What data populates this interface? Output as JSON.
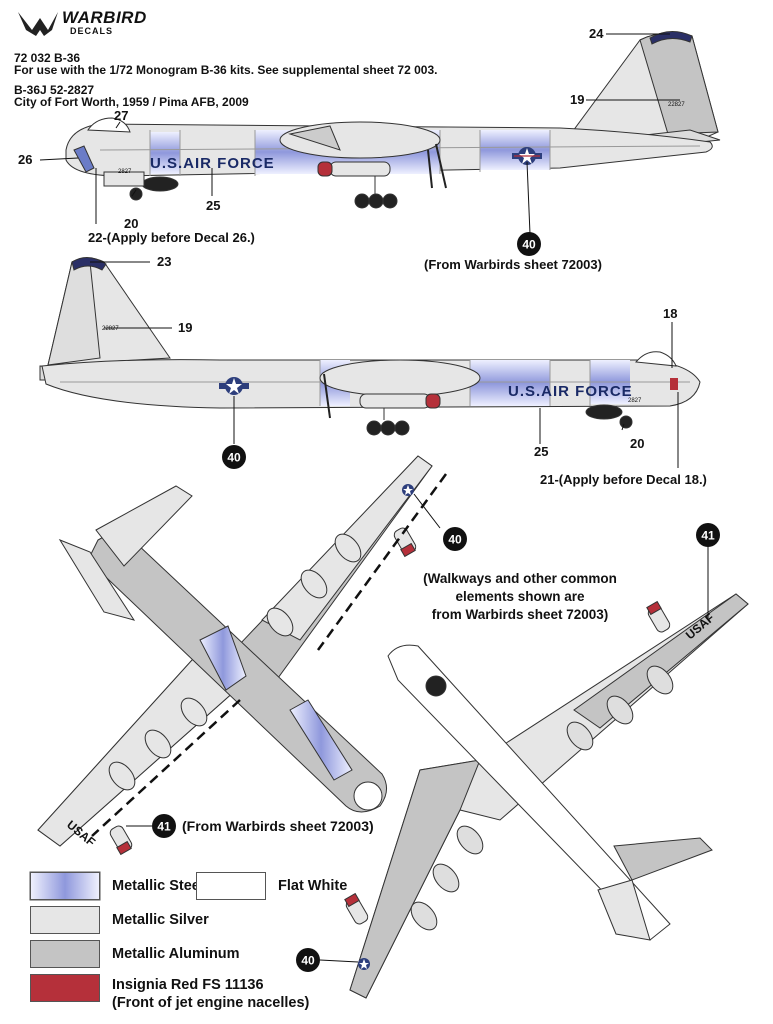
{
  "logo": {
    "brand": "WARBIRD",
    "sub": "DECALS"
  },
  "header": {
    "line1": "72 032 B-36",
    "line2": "For use with the 1/72 Monogram B-36 kits.  See supplemental sheet 72 003.",
    "line3": "B-36J   52-2827",
    "line4": "City of Fort Worth, 1959 / Pima AFB, 2009"
  },
  "side_views": {
    "fuselage_text": "U.S.AIR FORCE",
    "tail_serial": "22827",
    "nose_serial": "2827"
  },
  "callouts": {
    "c24": "24",
    "c19a": "19",
    "c27": "27",
    "c26": "26",
    "c20a": "20",
    "c25a": "25",
    "c22": "22-(Apply before Decal 26.)",
    "c40a": "40",
    "from72003_top": "(From Warbirds sheet 72003)",
    "c23": "23",
    "c19b": "19",
    "c18": "18",
    "c40b": "40",
    "c25b": "25",
    "c20b": "20",
    "c21": "21-(Apply before Decal 18.)",
    "c40c": "40",
    "c41a": "41",
    "walkways_line1": "(Walkways and other common",
    "walkways_line2": "elements shown are",
    "walkways_line3": "from Warbirds sheet 72003)",
    "c41b": "41",
    "from72003_bottom": "(From Warbirds sheet 72003)",
    "c40d": "40"
  },
  "wing_text": {
    "left": "USAF",
    "right": "USAF"
  },
  "legend": [
    {
      "label": "Metallic Steel",
      "color": "#9fa6e0"
    },
    {
      "label": "Metallic Silver",
      "color": "#e6e6e6"
    },
    {
      "label": "Metallic Aluminum",
      "color": "#c4c4c4"
    },
    {
      "label": "Insignia Red FS 11136",
      "label2": "(Front of jet engine nacelles)",
      "color": "#b5303a"
    },
    {
      "label": "Flat White",
      "color": "#ffffff"
    }
  ],
  "colors": {
    "steel": "#9fa6e0",
    "silver": "#e6e6e6",
    "aluminum": "#c4c4c4",
    "red": "#b5303a",
    "white": "#ffffff",
    "navy": "#2a2f66",
    "insignia_blue": "#2d3e7c"
  }
}
